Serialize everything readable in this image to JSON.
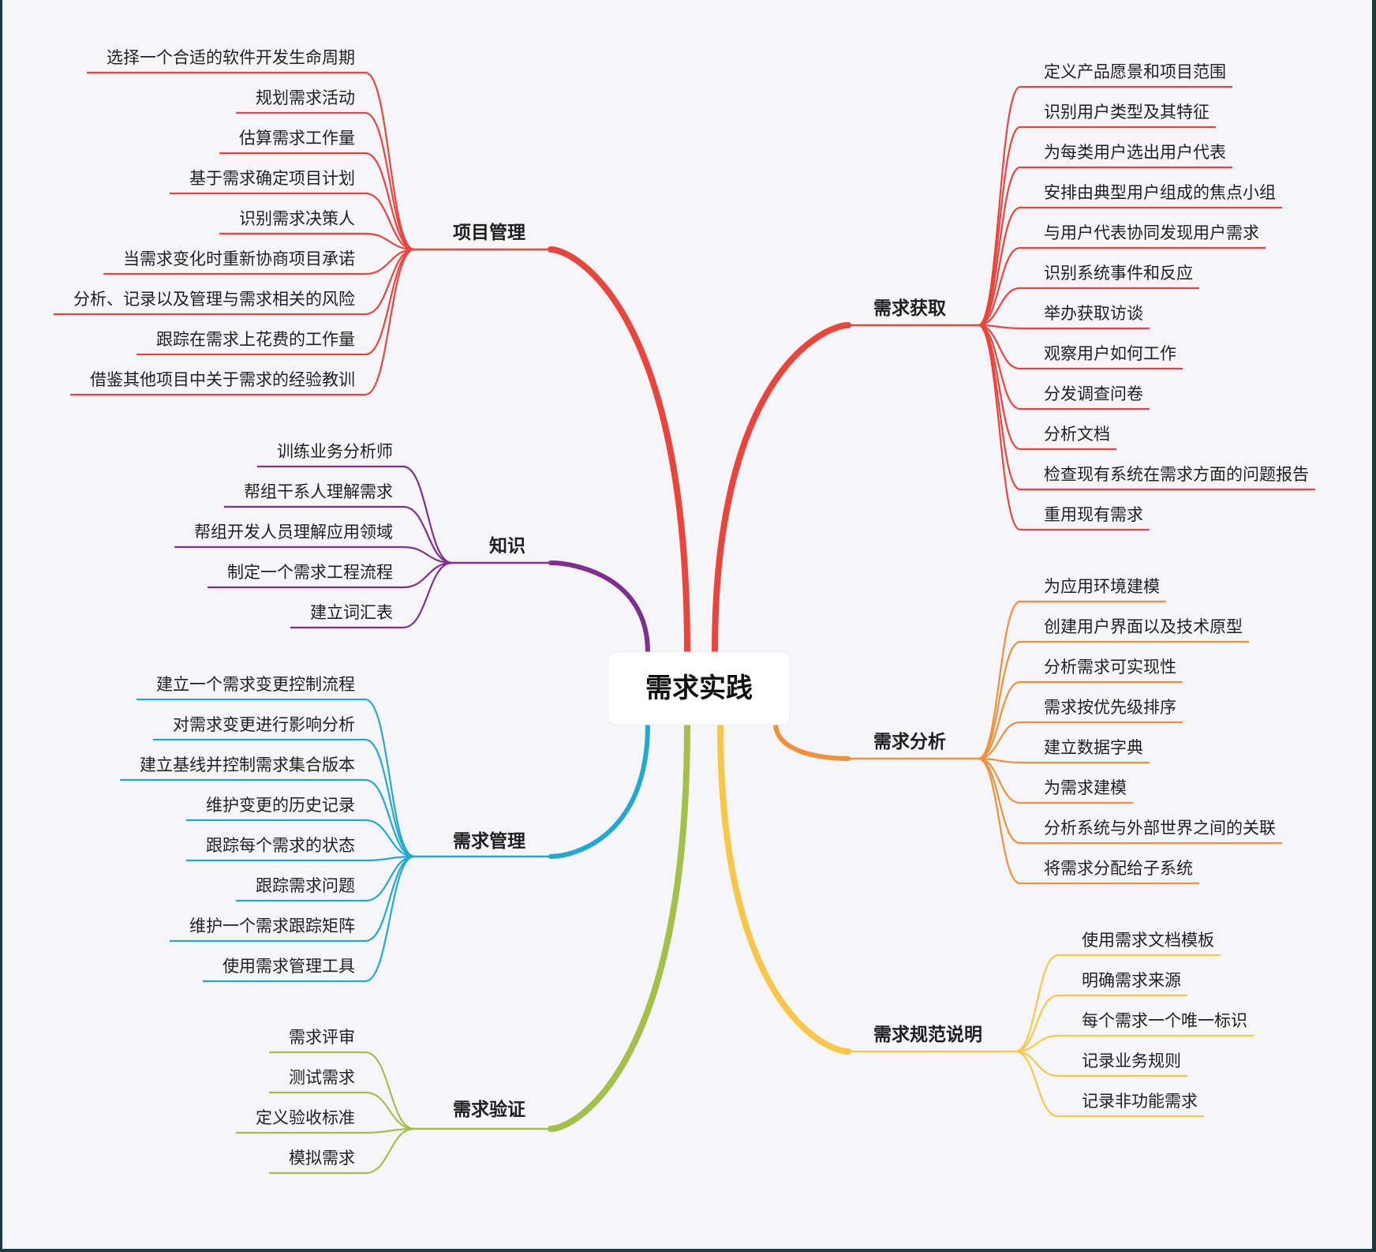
{
  "root": {
    "label": "需求实践"
  },
  "branches": [
    {
      "key": "project-management",
      "label": "项目管理",
      "color": "#e8463c",
      "items": [
        "选择一个合适的软件开发生命周期",
        "规划需求活动",
        "估算需求工作量",
        "基于需求确定项目计划",
        "识别需求决策人",
        "当需求变化时重新协商项目承诺",
        "分析、记录以及管理与需求相关的风险",
        "跟踪在需求上花费的工作量",
        "借鉴其他项目中关于需求的经验教训"
      ]
    },
    {
      "key": "knowledge",
      "label": "知识",
      "color": "#7e2f91",
      "items": [
        "训练业务分析师",
        "帮组干系人理解需求",
        "帮组开发人员理解应用领域",
        "制定一个需求工程流程",
        "建立词汇表"
      ]
    },
    {
      "key": "requirements-management",
      "label": "需求管理",
      "color": "#22a9cf",
      "items": [
        "建立一个需求变更控制流程",
        "对需求变更进行影响分析",
        "建立基线并控制需求集合版本",
        "维护变更的历史记录",
        "跟踪每个需求的状态",
        "跟踪需求问题",
        "维护一个需求跟踪矩阵",
        "使用需求管理工具"
      ]
    },
    {
      "key": "requirements-validation",
      "label": "需求验证",
      "color": "#a2c04a",
      "items": [
        "需求评审",
        "测试需求",
        "定义验收标准",
        "模拟需求"
      ]
    },
    {
      "key": "requirements-elicitation",
      "label": "需求获取",
      "color": "#e8463c",
      "items": [
        "定义产品愿景和项目范围",
        "识别用户类型及其特征",
        "为每类用户选出用户代表",
        "安排由典型用户组成的焦点小组",
        "与用户代表协同发现用户需求",
        "识别系统事件和反应",
        "举办获取访谈",
        "观察用户如何工作",
        "分发调查问卷",
        "分析文档",
        "检查现有系统在需求方面的问题报告",
        "重用现有需求"
      ]
    },
    {
      "key": "requirements-analysis",
      "label": "需求分析",
      "color": "#f0903a",
      "items": [
        "为应用环境建模",
        "创建用户界面以及技术原型",
        "分析需求可实现性",
        "需求按优先级排序",
        "建立数据字典",
        "为需求建模",
        "分析系统与外部世界之间的关联",
        "将需求分配给子系统"
      ]
    },
    {
      "key": "requirements-specification",
      "label": "需求规范说明",
      "color": "#f7c74a",
      "items": [
        "使用需求文档模板",
        "明确需求来源",
        "每个需求一个唯一标识",
        "记录业务规则",
        "记录非功能需求"
      ]
    }
  ]
}
